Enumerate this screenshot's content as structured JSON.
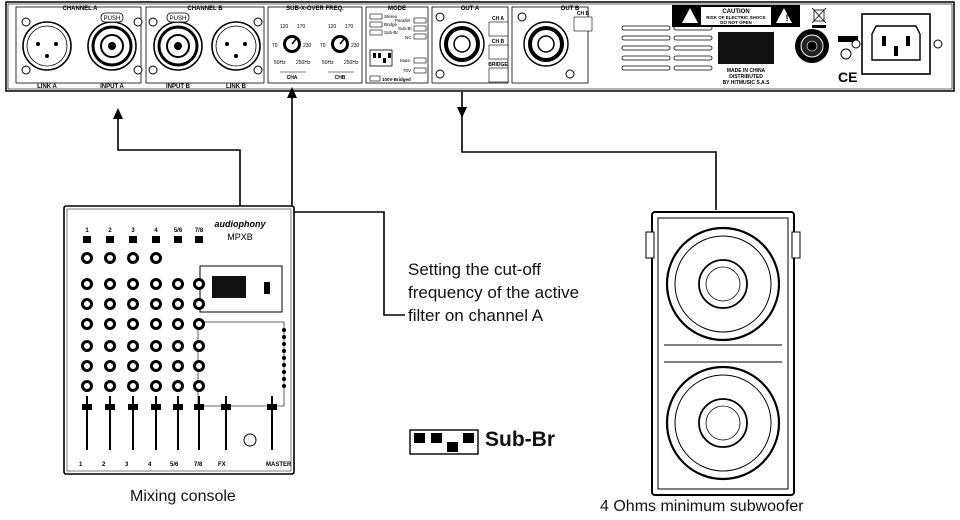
{
  "amplifier": {
    "channel_a_title": "CHANNEL A",
    "channel_b_title": "CHANNEL B",
    "xover_title": "SUB-X-OVER FREQ.",
    "mode_title": "MODE",
    "out_a_title": "OUT A",
    "out_b_title": "OUT B",
    "push_label": "PUSH",
    "link_a": "LINK A",
    "input_a": "INPUT A",
    "input_b": "INPUT B",
    "link_b": "LINK B",
    "freq_ticks": [
      "120",
      "170",
      "70",
      "230",
      "50Hz",
      "250Hz"
    ],
    "cha": "CHA",
    "chb": "CHB",
    "modes": [
      "Stereo",
      "Parallel",
      "Bridge",
      "Sub-Bl",
      "Sub-Br",
      "NC",
      "Mute",
      "70V",
      "100V-Bridged"
    ],
    "out_labels": [
      "CH A",
      "CH B",
      "BRIDGE"
    ],
    "ch_b_right": "CH B",
    "caution_title": "CAUTION",
    "caution_line1": "RISK OF ELECTRIC SHOCK",
    "caution_line2": "DO NOT OPEN",
    "made_in": "MADE IN CHINA",
    "distributed": "DISTRIBUTED",
    "by": "BY HITMUSIC S.A.S",
    "ce": "CE"
  },
  "mixer": {
    "brand": "audiophony",
    "model": "MPXB",
    "channel_numbers": [
      "1",
      "2",
      "3",
      "4",
      "5/6",
      "7/8"
    ],
    "bottom_labels": [
      "1",
      "2",
      "3",
      "4",
      "5/6",
      "7/8",
      "FX",
      "MASTER"
    ],
    "caption": "Mixing console"
  },
  "annotation": {
    "text": "Setting the cut-off frequency of the active filter on channel A",
    "mode_label": "Sub-Br"
  },
  "subwoofer": {
    "caption": "4 Ohms minimum subwoofer"
  },
  "colors": {
    "ink": "#000000",
    "panel": "#ffffff",
    "screen": "#111111"
  }
}
